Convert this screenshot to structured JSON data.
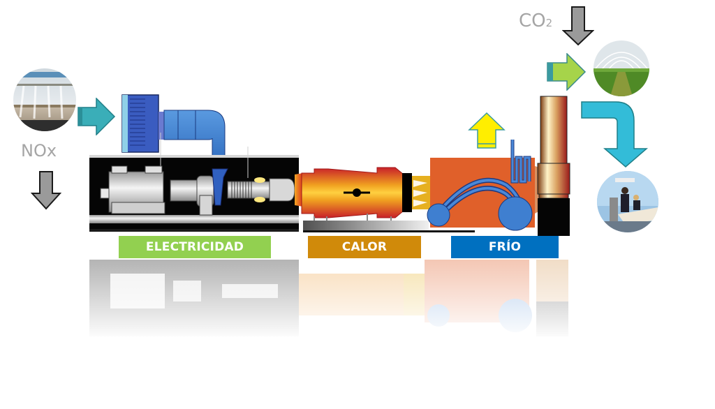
{
  "diagram": {
    "title": "Cogeneration / Trigeneration plant",
    "labels": {
      "electricity": "ELECTRICIDAD",
      "heat": "CALOR",
      "cold": "FRÍO"
    },
    "emissions": {
      "nox": "NOx",
      "co2_main": "CO",
      "co2_sub": "2"
    },
    "colors": {
      "electricity": "#92d050",
      "heat": "#d08a0a",
      "cold": "#0070c0",
      "teal_arrow": "#3aaeb8",
      "green_arrow": "#a6d44a",
      "cyan_arrow": "#33bcd8",
      "yellow_arrow": "#ffee00",
      "gray_arrow": "#9a9a9a",
      "gas_text": "#a5a5a5",
      "boiler": "#e0602a",
      "intake_blue": "#3f7fd0"
    },
    "photos": [
      {
        "name": "water-spray-scrubber",
        "alt": "NOx scrubber spray"
      },
      {
        "name": "greenhouse",
        "alt": "Greenhouse crops"
      },
      {
        "name": "office",
        "alt": "Air-conditioned office"
      }
    ]
  }
}
